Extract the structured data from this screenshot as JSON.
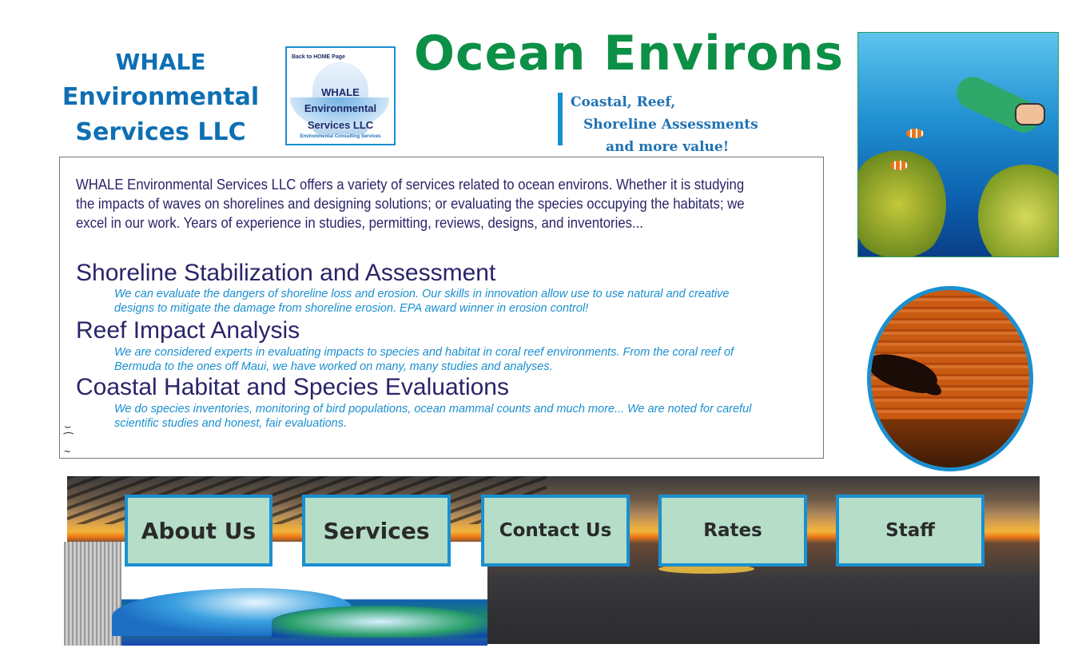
{
  "header": {
    "company_line1": "WHALE",
    "company_line2": "Environmental",
    "company_line3": "Services LLC",
    "title": "Ocean Environs",
    "tagline": [
      "Coastal, Reef,",
      "Shoreline Assessments",
      "and more value!"
    ]
  },
  "logo": {
    "back_link": "Back to HOME Page",
    "line1": "WHALE",
    "line2": "Environmental",
    "line3": "Services LLC",
    "line4": "Environmental Consulting Services"
  },
  "content": {
    "intro": "WHALE Environmental Services LLC offers a variety of services related to ocean environs. Whether it is studying the impacts of waves on shorelines and designing solutions; or evaluating the species occupying the habitats; we excel in our work. Years of experience in studies, permitting, reviews, designs, and inventories...",
    "services": [
      {
        "title": "Shoreline Stabilization and Assessment",
        "desc": "We can evaluate the dangers of shoreline loss and erosion. Our skills in innovation allow use to use natural and creative designs to mitigate the damage from shoreline erosion. EPA award winner in erosion control!"
      },
      {
        "title": "Reef Impact Analysis",
        "desc": "We are considered experts in evaluating impacts to species and habitat in coral reef environments. From the coral reef of Bermuda to the ones off Maui, we have worked on many, many studies and analyses."
      },
      {
        "title": "Coastal Habitat and Species Evaluations",
        "desc": "We do species inventories, monitoring of bird populations, ocean mammal counts and much more... We are noted for careful scientific studies and honest, fair evaluations."
      }
    ]
  },
  "nav": {
    "about": "About Us",
    "services": "Services",
    "contact": "Contact Us",
    "rates": "Rates",
    "staff": "Staff"
  },
  "colors": {
    "brand_blue": "#0f6fb3",
    "title_green": "#0c8f46",
    "accent_blue": "#1a8fd0",
    "text_navy": "#2a2468",
    "button_fill": "#b5ddc8"
  }
}
